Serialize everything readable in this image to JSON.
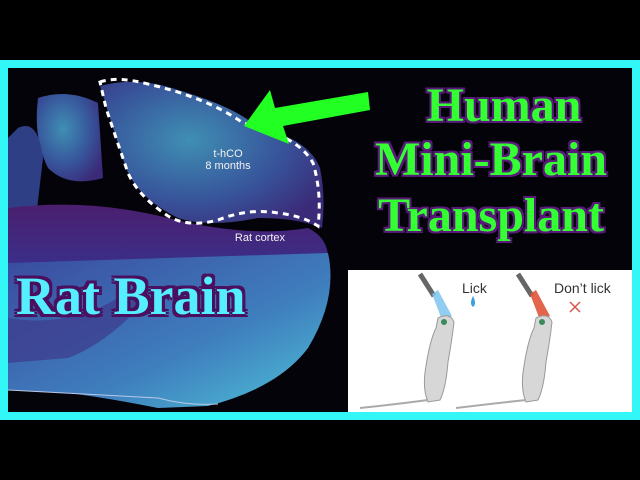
{
  "thumbnail": {
    "title_lines": [
      "Human",
      "Mini-Brain",
      "Transplant"
    ],
    "subject_label": "Rat Brain",
    "colors": {
      "frame_border": "#33f6f6",
      "title_fill": "#33ff33",
      "title_outline": "#5a1a7a",
      "subject_fill": "#55eeff",
      "subject_outline": "#4a0f5e",
      "arrow": "#22ff22",
      "background": "#000000"
    },
    "micrograph": {
      "organoid_label_line1": "t-hCO",
      "organoid_label_line2": "8 months",
      "cortex_label": "Rat cortex",
      "arrow_icon": "arrow-left-icon"
    },
    "inset": {
      "left_label": "Lick",
      "right_label": "Don’t lick",
      "left_light_color": "#7cc4ee",
      "right_light_color": "#e0543a",
      "reward_icon": "water-drop-icon",
      "no_reward_icon": "x-mark-icon"
    }
  }
}
